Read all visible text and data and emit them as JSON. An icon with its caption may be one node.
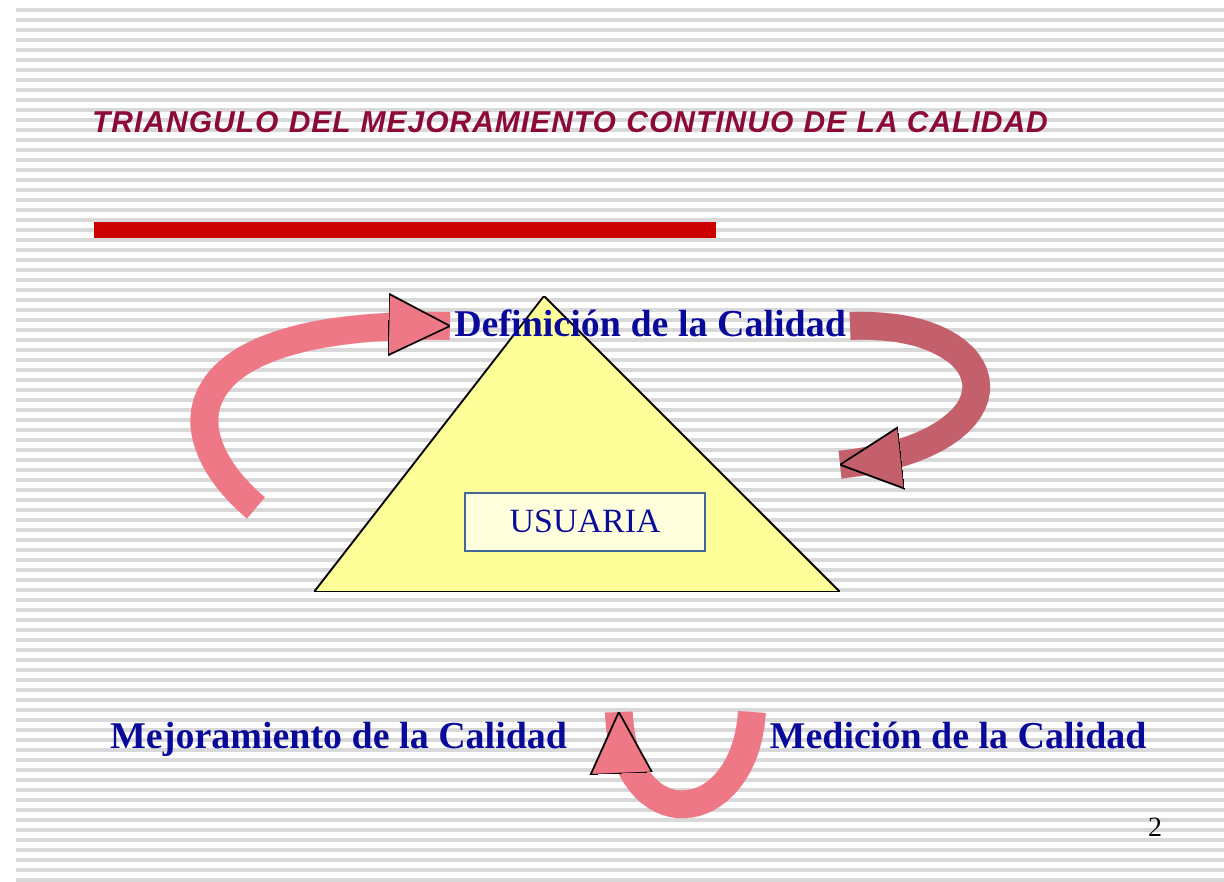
{
  "diagram": {
    "title": "TRIANGULO DEL MEJORAMIENTO CONTINUO DE LA CALIDAD",
    "nodes": [
      {
        "text": [],
        "shape": "triangle"
      },
      {
        "text": [
          "Definición de la Calidad"
        ]
      },
      {
        "text": [
          "USUARIA"
        ],
        "in": 0
      },
      {
        "text": [
          "Mejoramiento de la Calidad"
        ]
      },
      {
        "text": [
          "Medición de la Calidad"
        ]
      }
    ],
    "edges": [
      {
        "from": null,
        "to": 1,
        "arrow": "to"
      },
      {
        "from": 1,
        "to": 0,
        "arrow": "to"
      },
      {
        "from": 4,
        "to": 3,
        "arrow": "to"
      }
    ],
    "labels": [
      "2"
    ]
  }
}
